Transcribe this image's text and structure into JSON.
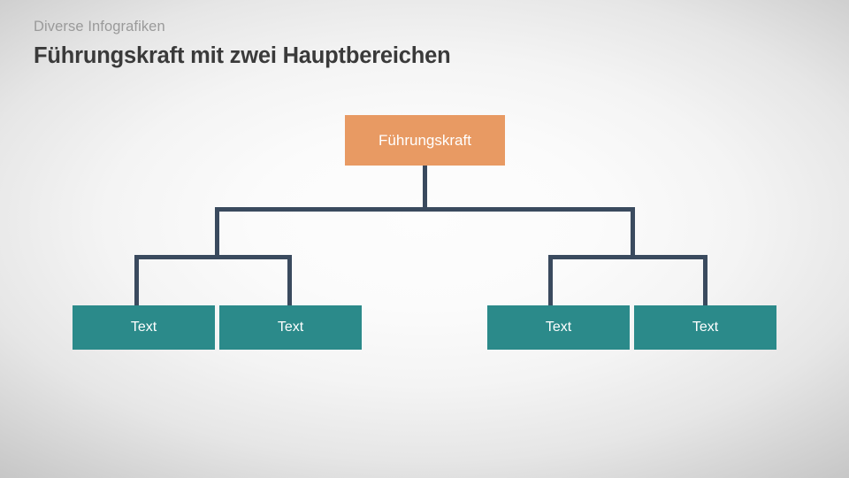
{
  "header": {
    "eyebrow": "Diverse Infografiken",
    "title": "Führungskraft mit zwei Hauptbereichen"
  },
  "colors": {
    "root_box": "#e89a63",
    "leaf_box": "#2b8a8a",
    "connector": "#3a4a5e",
    "title_text": "#3a3a3a",
    "eyebrow_text": "#9a9a9a",
    "node_text": "#ffffff",
    "background_center": "#fdfdfd",
    "background_edge": "#c5c5c5"
  },
  "chart": {
    "type": "org-chart",
    "root": {
      "label": "Führungskraft"
    },
    "branches": [
      {
        "name": "left-branch",
        "leaves": [
          {
            "label": "Text"
          },
          {
            "label": "Text"
          }
        ]
      },
      {
        "name": "right-branch",
        "leaves": [
          {
            "label": "Text"
          },
          {
            "label": "Text"
          }
        ]
      }
    ]
  }
}
